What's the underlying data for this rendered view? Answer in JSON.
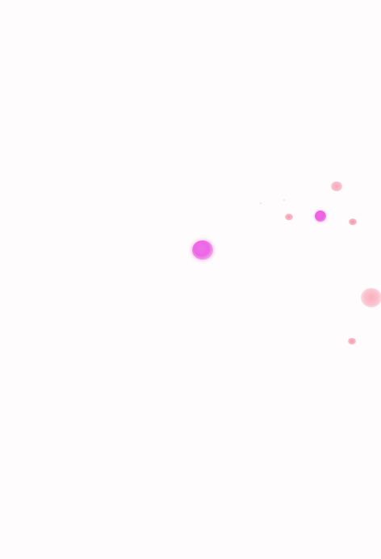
{
  "scene": {
    "background_color": "#fefcfd",
    "colors": {
      "magenta": "#ec66e5",
      "pink": "#f8b4c2"
    },
    "elements": [
      "large-magenta-dot",
      "small-magenta-dot",
      "pink-dot",
      "pink-dot",
      "pink-dot",
      "large-faint-pink-dot",
      "pink-dot"
    ]
  }
}
